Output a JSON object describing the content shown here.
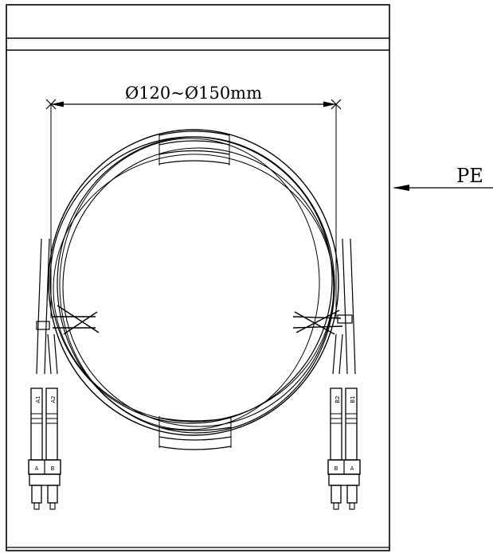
{
  "diagram": {
    "dimension_label": "Ø120~Ø150mm",
    "material_label": "PE",
    "connectors": {
      "left_boot_labels": [
        "A1",
        "A2"
      ],
      "left_body_labels": [
        "A",
        "B"
      ],
      "right_boot_labels": [
        "B2",
        "B1"
      ],
      "right_body_labels": [
        "B",
        "A"
      ]
    }
  }
}
